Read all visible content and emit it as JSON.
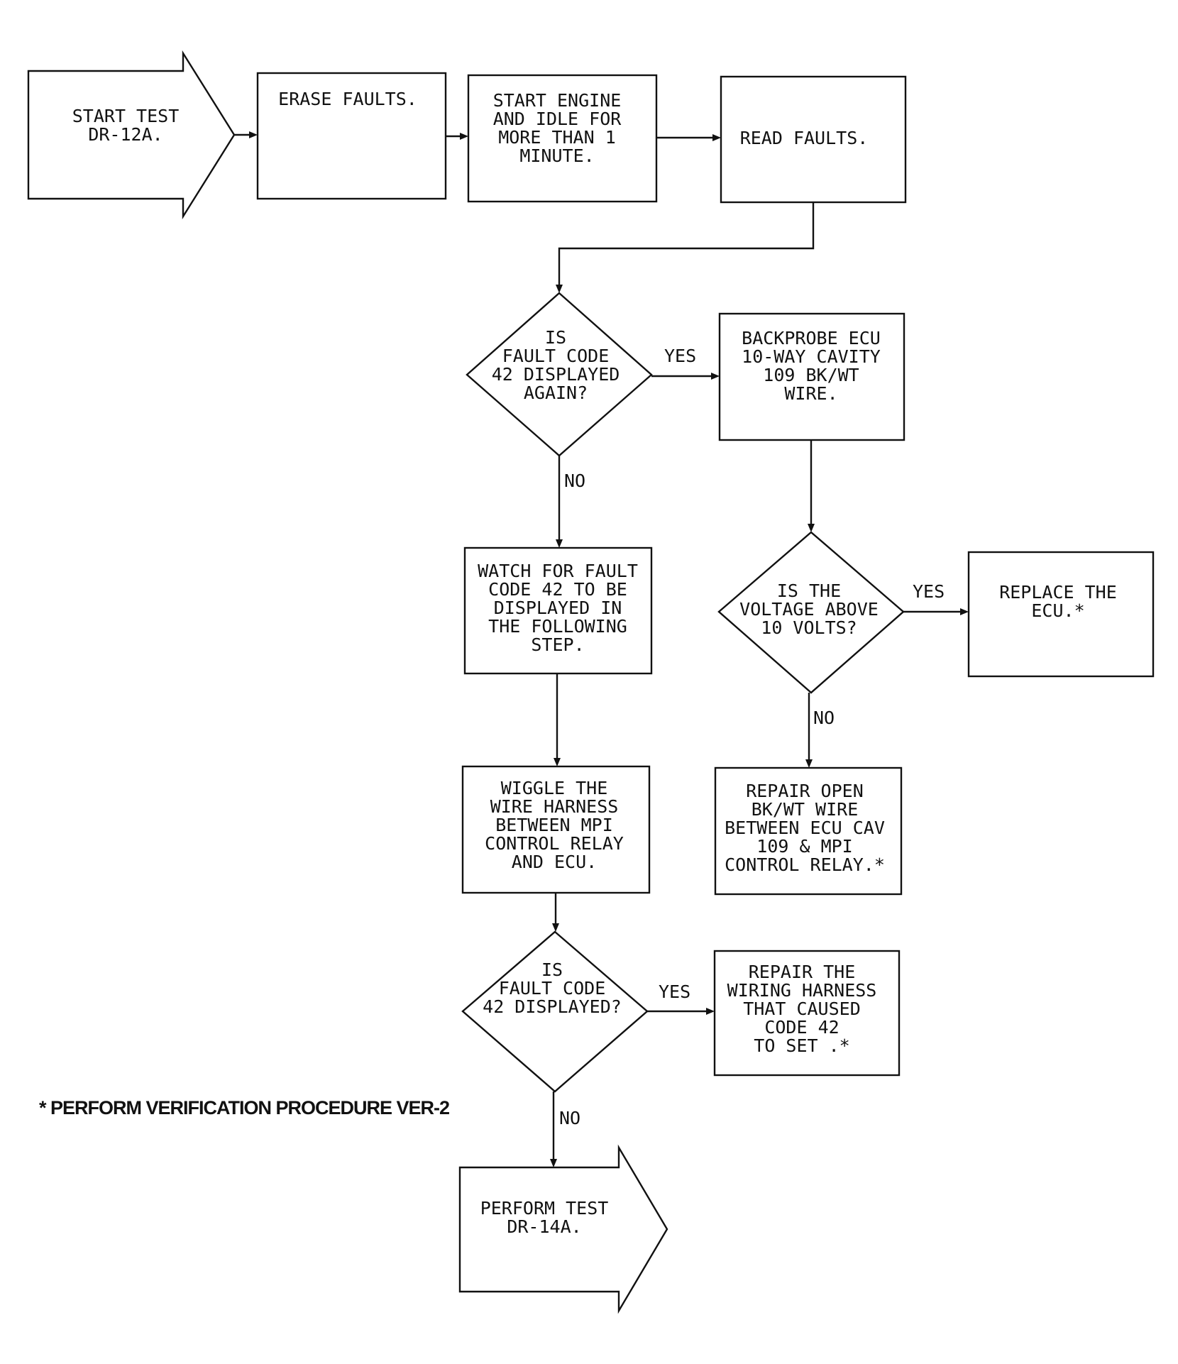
{
  "nodes": {
    "start": [
      "START TEST",
      "DR-12A."
    ],
    "erase": [
      "ERASE FAULTS."
    ],
    "engine": [
      "START ENGINE",
      "AND IDLE FOR",
      "MORE THAN 1",
      "MINUTE."
    ],
    "read": [
      "READ FAULTS."
    ],
    "q1": [
      "IS",
      "FAULT CODE",
      "42 DISPLAYED",
      "AGAIN?"
    ],
    "backprobe": [
      "BACKPROBE ECU",
      "10-WAY CAVITY",
      "109 BK/WT",
      "WIRE."
    ],
    "watch": [
      "WATCH FOR FAULT",
      "CODE 42 TO BE",
      "DISPLAYED IN",
      "THE FOLLOWING",
      "STEP."
    ],
    "q2": [
      "IS THE",
      "VOLTAGE ABOVE",
      "10 VOLTS?"
    ],
    "replace": [
      "REPLACE THE",
      "ECU.*"
    ],
    "wiggle": [
      "WIGGLE THE",
      "WIRE HARNESS",
      "BETWEEN MPI",
      "CONTROL RELAY",
      "AND ECU."
    ],
    "repair_open": [
      "REPAIR OPEN",
      "BK/WT WIRE",
      "BETWEEN ECU CAV",
      "109 & MPI",
      "CONTROL RELAY.*"
    ],
    "q3": [
      "IS",
      "FAULT CODE",
      "42 DISPLAYED?"
    ],
    "repair_harness": [
      "REPAIR THE",
      "WIRING HARNESS",
      "THAT CAUSED",
      "CODE 42",
      "TO SET .*"
    ],
    "perform": [
      "PERFORM TEST",
      "DR-14A."
    ]
  },
  "edge_labels": {
    "q1_yes": "YES",
    "q1_no": "NO",
    "q2_yes": "YES",
    "q2_no": "NO",
    "q3_yes": "YES",
    "q3_no": "NO"
  },
  "footnote": "* PERFORM VERIFICATION PROCEDURE VER-2"
}
